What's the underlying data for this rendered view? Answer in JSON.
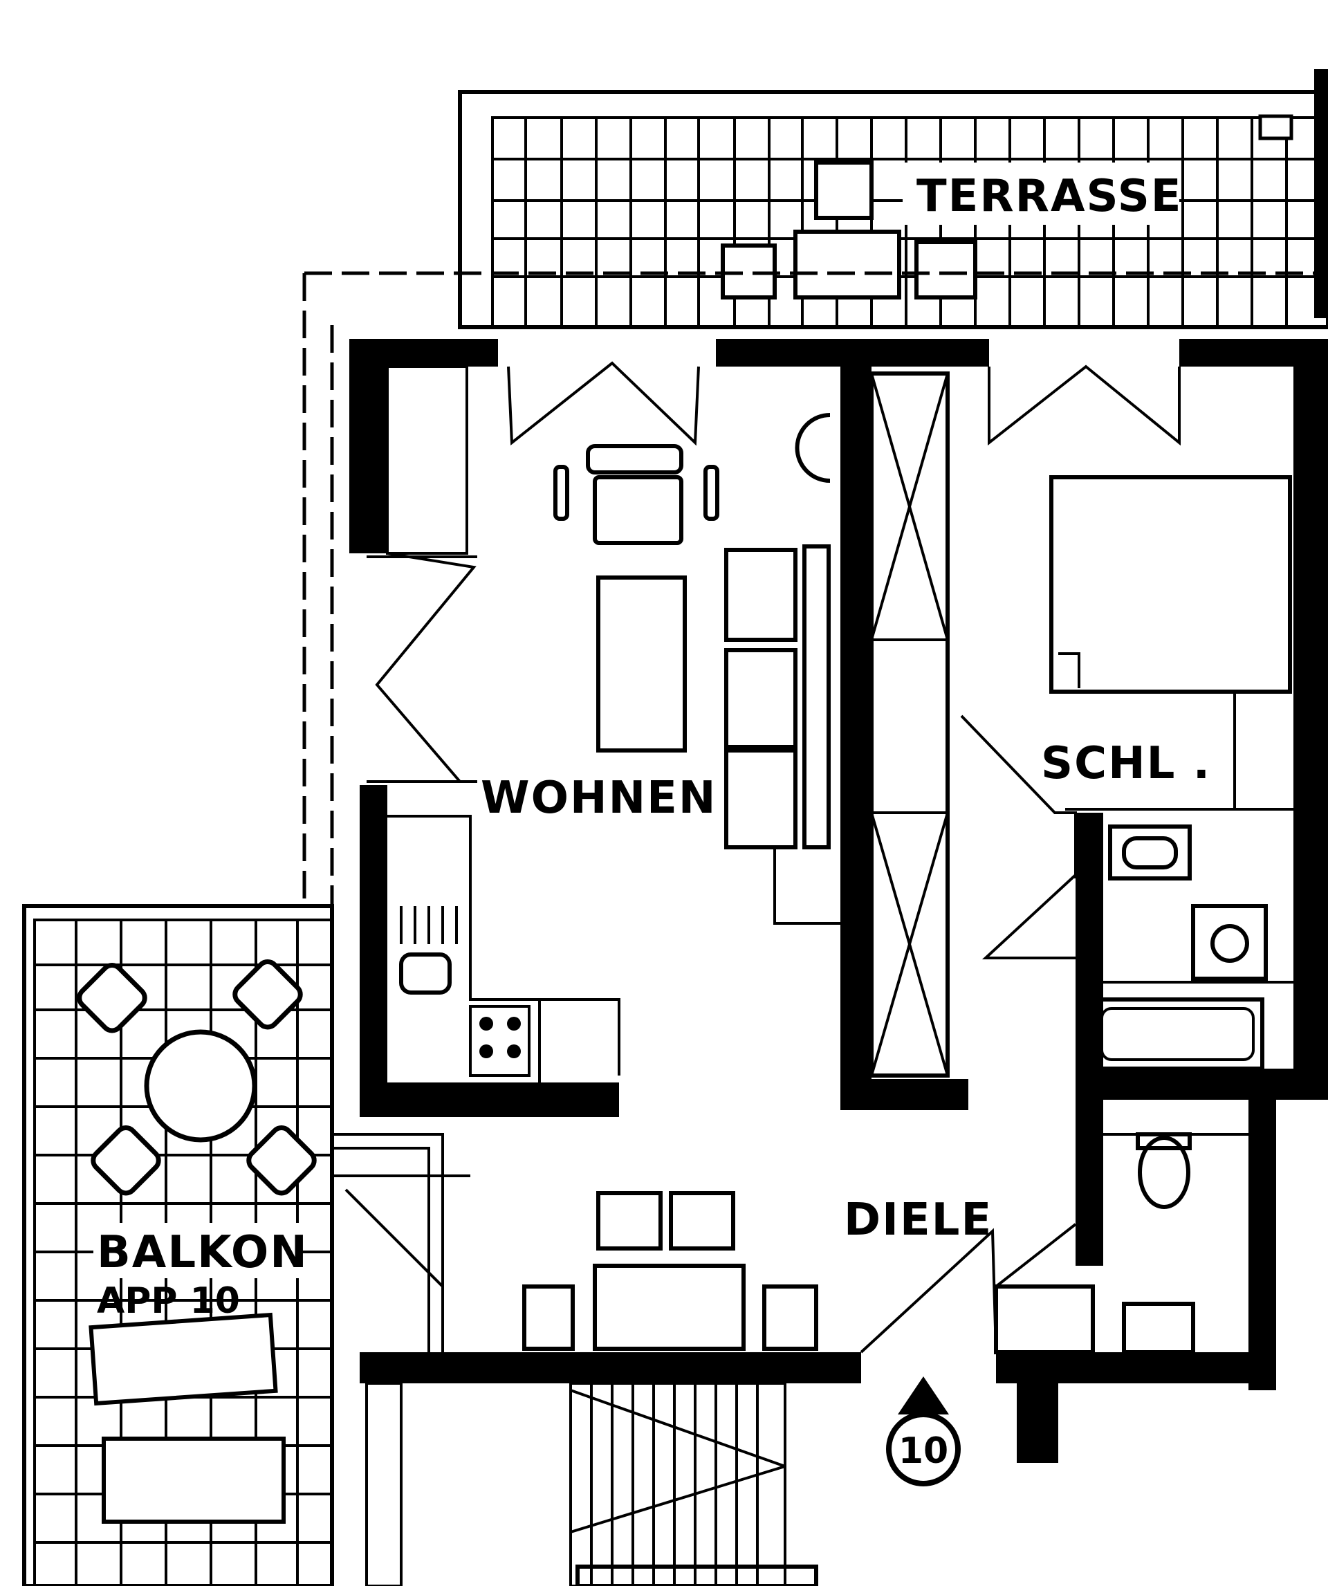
{
  "floorplan": {
    "rooms": {
      "terrasse": "TERRASSE",
      "wohnen": "WOHNEN",
      "schlafen": "SCHL .",
      "diele": "DIELE",
      "balkon": "BALKON",
      "balkon_sub": "APP 10"
    },
    "apartment_number": "10"
  }
}
